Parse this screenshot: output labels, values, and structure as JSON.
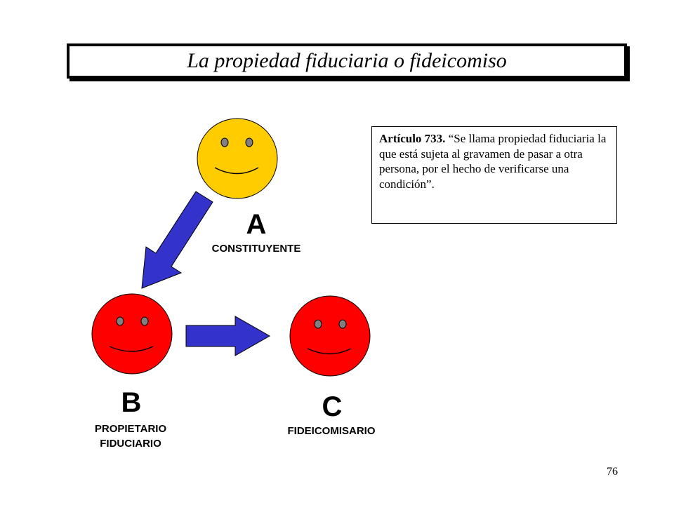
{
  "slide": {
    "title": "La propiedad fiduciaria o fideicomiso",
    "page_number": "76"
  },
  "article": {
    "heading": "Artículo 733.",
    "text": " “Se llama propiedad fiduciaria la que está sujeta al gravamen de pasar a otra persona, por el hecho de verificarse una condición”."
  },
  "nodes": [
    {
      "letter": "A",
      "role_lines": [
        "CONSTITUYENTE"
      ],
      "color": "#FFCC00",
      "icon": "smiley-face-icon"
    },
    {
      "letter": "B",
      "role_lines": [
        "PROPIETARIO",
        "FIDUCIARIO"
      ],
      "color": "#FF0000",
      "icon": "smiley-face-icon"
    },
    {
      "letter": "C",
      "role_lines": [
        "FIDEICOMISARIO"
      ],
      "color": "#FF0000",
      "icon": "smiley-face-icon"
    }
  ],
  "colors": {
    "arrow": "#3333CC",
    "face_stroke": "#000000",
    "eye": "#808080"
  }
}
